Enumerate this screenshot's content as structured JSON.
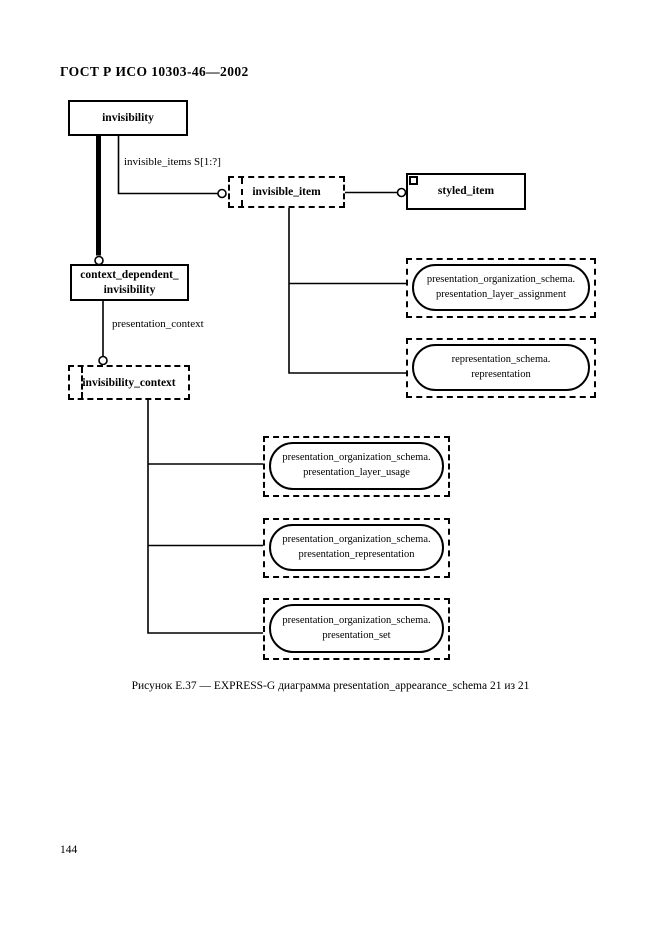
{
  "colors": {
    "ink": "#000000",
    "paper": "#ffffff"
  },
  "page": {
    "header": "ГОСТ Р ИСО 10303-46—2002",
    "caption": "Рисунок Е.37 — EXPRESS-G диаграмма presentation_appearance_schema 21 из 21",
    "page_number": "144"
  },
  "diagram": {
    "entities": {
      "invisibility": {
        "label": "invisibility"
      },
      "context_dependent_invisibility": {
        "line1": "context_dependent_",
        "line2": "invisibility"
      },
      "styled_item": {
        "label": "styled_item"
      }
    },
    "select_types": {
      "invisible_item": {
        "label": "invisible_item"
      },
      "invisibility_context": {
        "label": "invisibility_context"
      }
    },
    "attribute_labels": {
      "invisible_items": "invisible_items S[1:?]",
      "presentation_context": "presentation_context"
    },
    "interschema_refs": {
      "presentation_layer_assignment": {
        "line1": "presentation_organization_schema.",
        "line2": "presentation_layer_assignment"
      },
      "representation": {
        "line1": "representation_schema.",
        "line2": "representation"
      },
      "presentation_layer_usage": {
        "line1": "presentation_organization_schema.",
        "line2": "presentation_layer_usage"
      },
      "presentation_representation": {
        "line1": "presentation_organization_schema.",
        "line2": "presentation_representation"
      },
      "presentation_set": {
        "line1": "presentation_organization_schema.",
        "line2": "presentation_set"
      }
    }
  }
}
